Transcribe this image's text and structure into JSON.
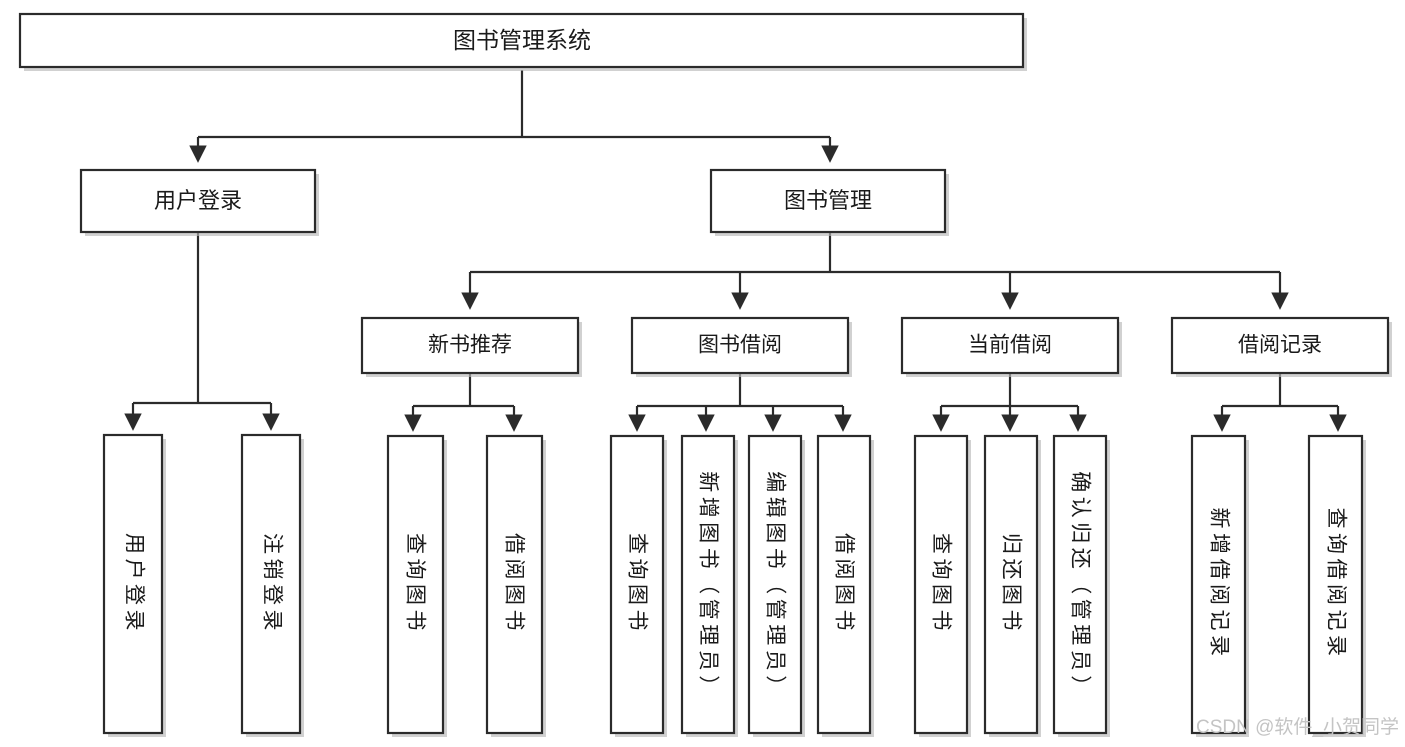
{
  "diagram": {
    "title": "图书管理系统",
    "watermark": "CSDN @软件_小贺同学",
    "colors": {
      "stroke": "#2b2b2b",
      "fill": "#ffffff",
      "shadow": "#b9b9b9",
      "text": "#1a1a1a",
      "watermark": "#c4c4c4"
    },
    "root": {
      "label": "图书管理系统"
    },
    "level2": [
      {
        "label": "用户登录"
      },
      {
        "label": "图书管理"
      }
    ],
    "level3": [
      {
        "label": "新书推荐"
      },
      {
        "label": "图书借阅"
      },
      {
        "label": "当前借阅"
      },
      {
        "label": "借阅记录"
      }
    ],
    "leaves": {
      "user_login": [
        {
          "label": "用户登录"
        },
        {
          "label": "注销登录"
        }
      ],
      "new_book": [
        {
          "label": "查询图书"
        },
        {
          "label": "借阅图书"
        }
      ],
      "book_borrow": [
        {
          "label": "查询图书"
        },
        {
          "label": "新增图书（管理员）"
        },
        {
          "label": "编辑图书（管理员）"
        },
        {
          "label": "借阅图书"
        }
      ],
      "current_borrow": [
        {
          "label": "查询图书"
        },
        {
          "label": "归还图书"
        },
        {
          "label": "确认归还（管理员）"
        }
      ],
      "borrow_record": [
        {
          "label": "新增借阅记录"
        },
        {
          "label": "查询借阅记录"
        }
      ]
    }
  }
}
